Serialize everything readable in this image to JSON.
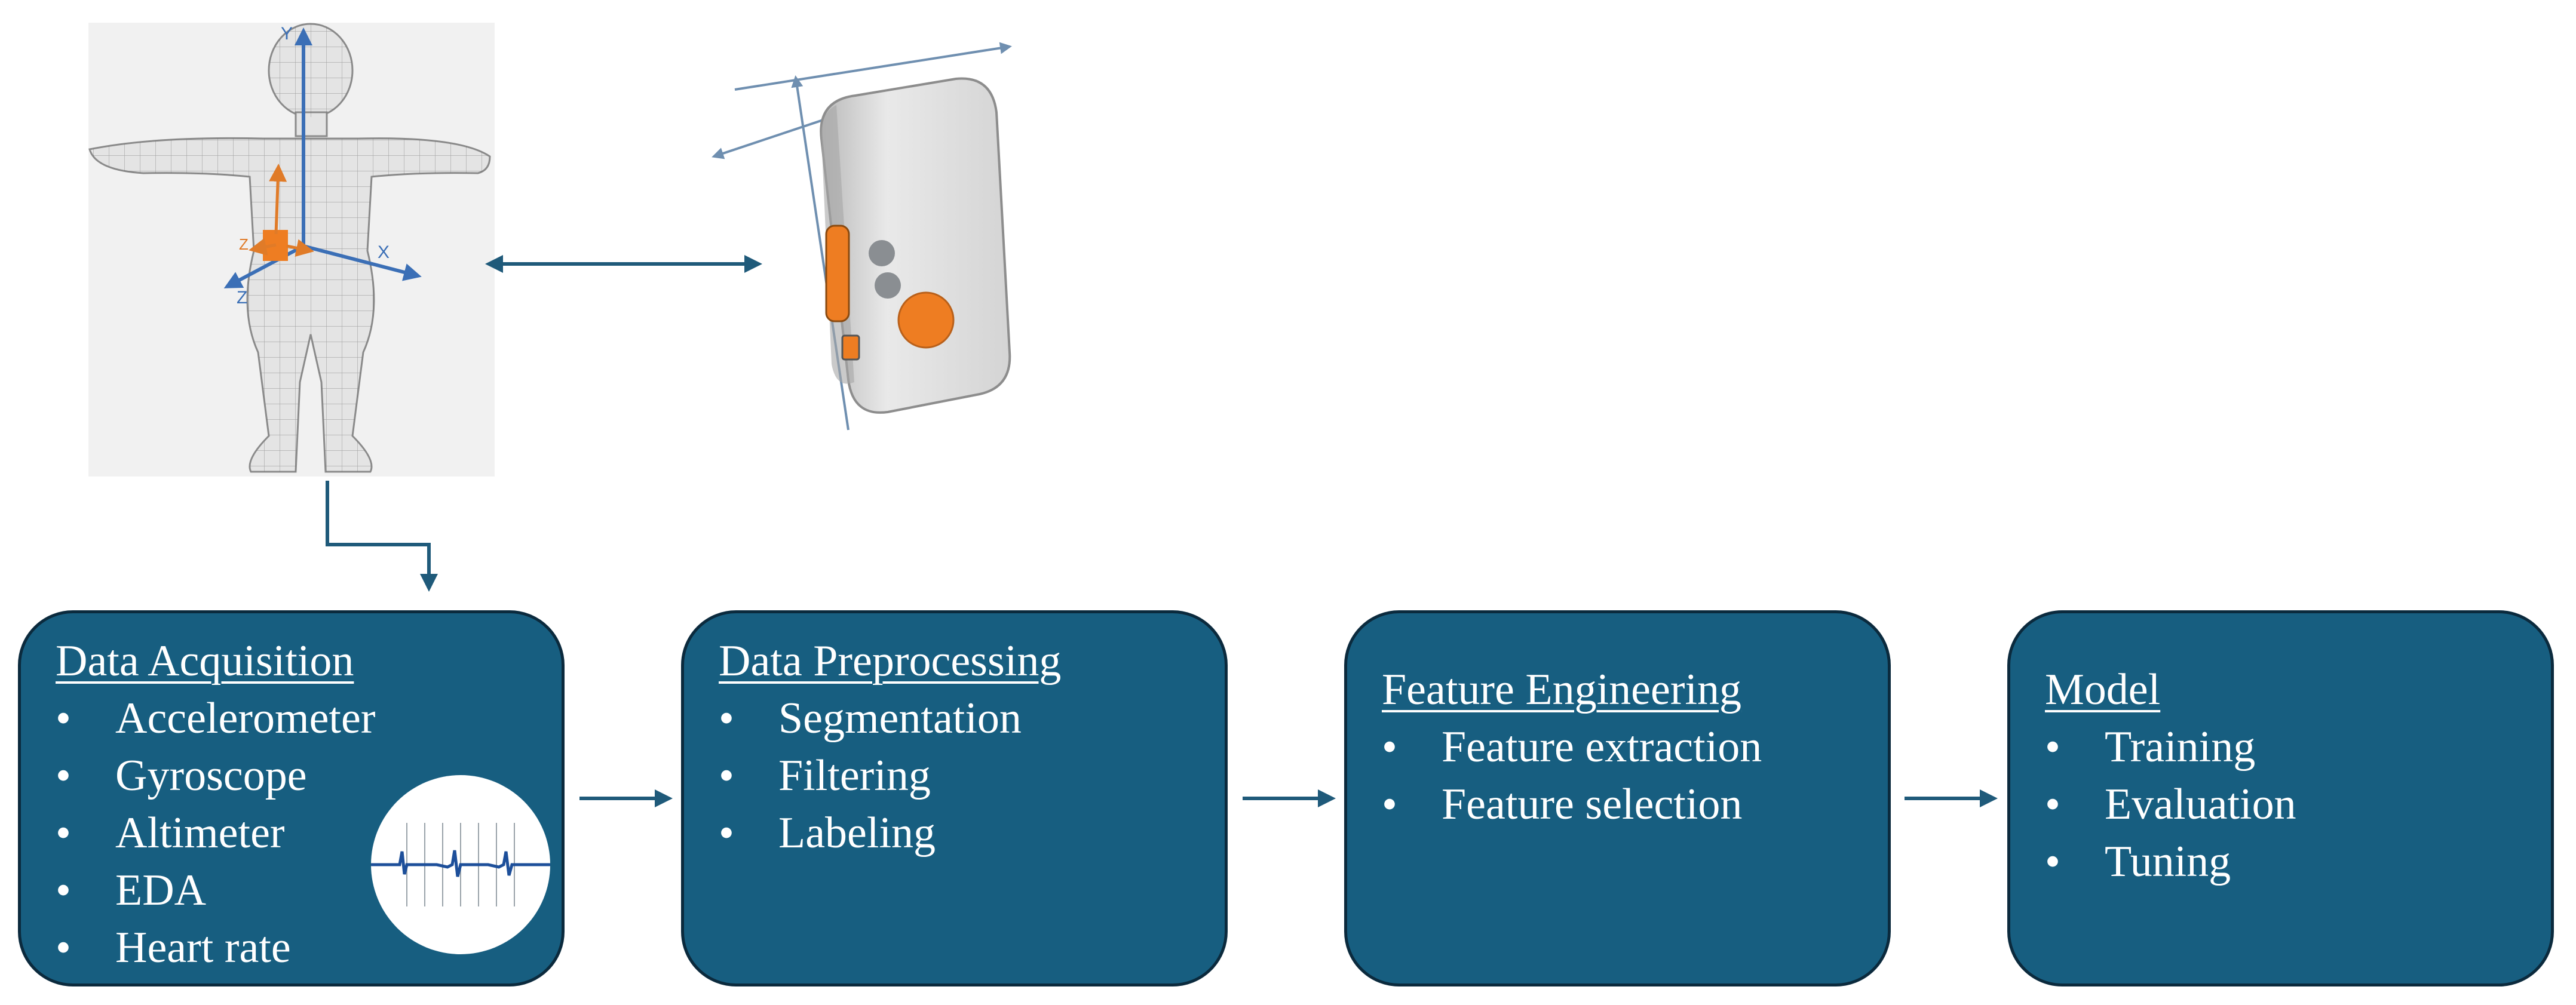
{
  "figure": {
    "human_axes": {
      "y": "Y",
      "x": "X",
      "z_left": "Z",
      "z_bottom": "Z"
    },
    "boxes": [
      {
        "title": "Data Acquisition",
        "items": [
          "Accelerometer",
          "Gyroscope",
          "Altimeter",
          "EDA",
          "Heart rate"
        ]
      },
      {
        "title": "Data Preprocessing",
        "items": [
          "Segmentation",
          "Filtering",
          "Labeling"
        ]
      },
      {
        "title": "Feature Engineering",
        "items": [
          "Feature extraction",
          "Feature selection"
        ]
      },
      {
        "title": "Model",
        "items": [
          "Training",
          "Evaluation",
          "Tuning"
        ]
      }
    ]
  },
  "colors": {
    "box_fill": "#175e80",
    "box_border": "#0b2a3d",
    "arrow": "#1f5a7a",
    "axis_blue": "#3b6fb6",
    "axis_orange": "#e07b28",
    "sensor_orange": "#ee7d22"
  }
}
